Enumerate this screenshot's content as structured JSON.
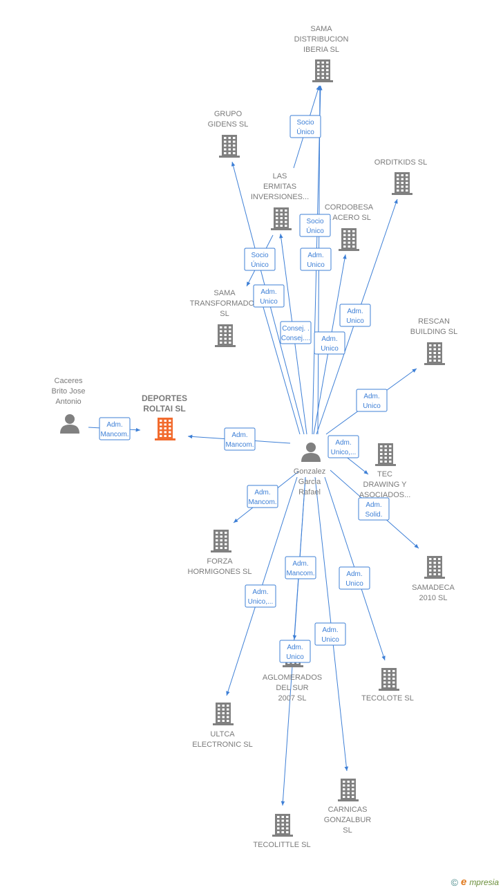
{
  "colors": {
    "edge": "#3d7fd6",
    "building": "#808080",
    "focus_building": "#f26b2e",
    "person": "#808080"
  },
  "nodes": [
    {
      "id": "sama_dist",
      "kind": "company",
      "lines": [
        "SAMA",
        "DISTRIBUCION",
        "IBERIA  SL"
      ]
    },
    {
      "id": "grupo_gidens",
      "kind": "company",
      "lines": [
        "GRUPO",
        "GIDENS  SL"
      ]
    },
    {
      "id": "orditkids",
      "kind": "company",
      "lines": [
        "ORDITKIDS SL"
      ]
    },
    {
      "id": "las_ermitas",
      "kind": "company",
      "lines": [
        "LAS",
        "ERMITAS",
        "INVERSIONES..."
      ]
    },
    {
      "id": "cordobesa",
      "kind": "company",
      "lines": [
        "CORDOBESA",
        "L ACERO SL"
      ]
    },
    {
      "id": "sama_transf",
      "kind": "company",
      "lines": [
        "SAMA",
        "TRANSFORMADOS",
        "SL"
      ]
    },
    {
      "id": "rescan",
      "kind": "company",
      "lines": [
        "RESCAN",
        "BUILDING  SL"
      ]
    },
    {
      "id": "caceres",
      "kind": "person",
      "lines": [
        "Caceres",
        "Brito Jose",
        "Antonio"
      ]
    },
    {
      "id": "deportes",
      "kind": "focus",
      "lines": [
        "DEPORTES",
        "ROLTAI  SL"
      ]
    },
    {
      "id": "gonzalez",
      "kind": "person",
      "lines": [
        "Gonzalez",
        "Garcia",
        "Rafael"
      ]
    },
    {
      "id": "tec_drawing",
      "kind": "company",
      "lines": [
        "TEC",
        "DRAWING Y",
        "ASOCIADOS..."
      ]
    },
    {
      "id": "forza",
      "kind": "company",
      "lines": [
        "FORZA",
        "HORMIGONES SL"
      ]
    },
    {
      "id": "samadeca",
      "kind": "company",
      "lines": [
        "SAMADECA",
        "2010 SL"
      ]
    },
    {
      "id": "aglomerados",
      "kind": "company",
      "lines": [
        "AGLOMERADOS",
        "DEL SUR",
        "2007 SL"
      ]
    },
    {
      "id": "tecolote",
      "kind": "company",
      "lines": [
        "TECOLOTE SL"
      ]
    },
    {
      "id": "ultca",
      "kind": "company",
      "lines": [
        "ULTCA",
        "ELECTRONIC SL"
      ]
    },
    {
      "id": "carnicas",
      "kind": "company",
      "lines": [
        "CARNICAS",
        "GONZALBUR",
        "SL"
      ]
    },
    {
      "id": "tecolittle",
      "kind": "company",
      "lines": [
        "TECOLITTLE SL"
      ]
    }
  ],
  "edges": [
    {
      "from": "las_ermitas",
      "to": "sama_dist",
      "label": [
        "Socio",
        "Único"
      ]
    },
    {
      "from": "gonzalez",
      "to": "sama_dist",
      "label": [
        "Adm.",
        "Unico"
      ]
    },
    {
      "from": "gonzalez",
      "to": "grupo_gidens",
      "label": [
        "Adm.",
        "Unico"
      ]
    },
    {
      "from": "gonzalez",
      "to": "orditkids",
      "label": [
        "Adm.",
        "Unico"
      ]
    },
    {
      "from": "gonzalez",
      "to": "las_ermitas",
      "label": [
        "Consej. .",
        "Consej...."
      ]
    },
    {
      "from": "las_ermitas",
      "to": "sama_transf",
      "label": [
        "Socio",
        "Único"
      ]
    },
    {
      "from": "gonzalez",
      "to": "cordobesa",
      "label": [
        "Adm.",
        "Unico"
      ]
    },
    {
      "from": "gonzalez",
      "to": "sama_transf",
      "label": [
        "Adm.",
        "Unico"
      ]
    },
    {
      "from": "gonzalez",
      "to": "rescan",
      "label": [
        "Adm.",
        "Unico"
      ]
    },
    {
      "from": "caceres",
      "to": "deportes",
      "label": [
        "Adm.",
        "Mancom."
      ]
    },
    {
      "from": "gonzalez",
      "to": "deportes",
      "label": [
        "Adm.",
        "Mancom."
      ]
    },
    {
      "from": "gonzalez",
      "to": "tec_drawing",
      "label": [
        "Adm.",
        "Unico,..."
      ]
    },
    {
      "from": "gonzalez",
      "to": "forza",
      "label": [
        "Adm.",
        "Mancom."
      ]
    },
    {
      "from": "gonzalez",
      "to": "samadeca",
      "label": [
        "Adm.",
        "Solid."
      ]
    },
    {
      "from": "gonzalez",
      "to": "aglomerados",
      "label": [
        "Adm.",
        "Mancom."
      ]
    },
    {
      "from": "gonzalez",
      "to": "tecolote",
      "label": [
        "Adm.",
        "Unico"
      ]
    },
    {
      "from": "gonzalez",
      "to": "ultca",
      "label": [
        "Adm.",
        "Unico,..."
      ]
    },
    {
      "from": "gonzalez",
      "to": "carnicas",
      "label": [
        "Adm.",
        "Unico"
      ]
    },
    {
      "from": "gonzalez",
      "to": "tecolittle",
      "label": [
        "Adm.",
        "Unico"
      ]
    },
    {
      "from": "gonzalez",
      "to": "sama_dist",
      "label": [
        "Socio",
        "Único"
      ],
      "extra": true
    }
  ],
  "brand": {
    "copyright": "©",
    "name": "mpresia",
    "initial": "e"
  }
}
